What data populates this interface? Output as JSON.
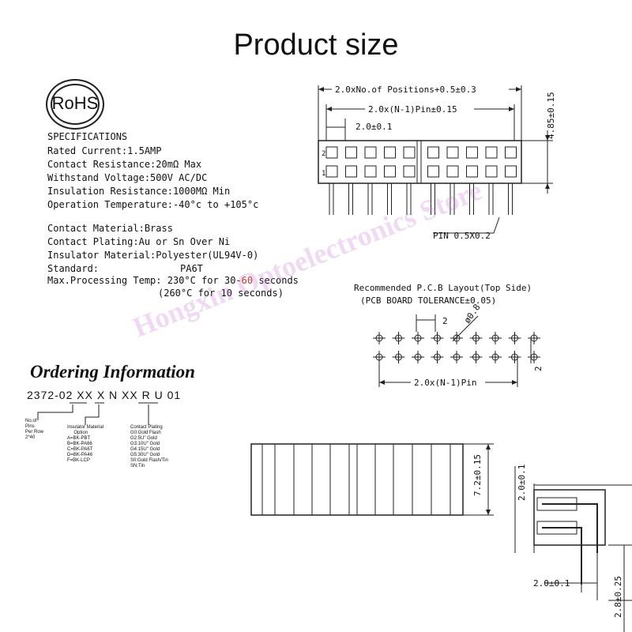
{
  "title": "Product size",
  "rohs": "RoHS",
  "specifications": {
    "heading": "SPECIFICATIONS",
    "electrical": [
      "Rated Current:1.5AMP",
      "Contact Resistance:20mΩ Max",
      "Withstand Voltage:500V AC/DC",
      "Insulation Resistance:1000MΩ Min",
      "Operation Temperature:-40°c to +105°c"
    ],
    "materials": [
      "Contact Material:Brass",
      "Contact Plating:Au or Sn Over Ni",
      "Insulator Material:Polyester(UL94V-0)",
      "Standard:"
    ],
    "standard_value": "PA6T",
    "processing_label": "Max.Processing Temp: 230°C for 30-",
    "processing_accent": "60",
    "processing_tail": " seconds",
    "processing_line2": "(260°C for 10 seconds)",
    "accent_color": "#c0392b"
  },
  "ordering": {
    "title": "Ordering Information",
    "code": "2372-02 XX  X  N  XX  R  U  01",
    "pins_note": "No.of\nPins\nPer Row\n2*40",
    "insulator_note": "Insulator Material\n     Option\nA=BK-PBT\nB=BK-PA66\nC=BK-PA6T\nD=BK-PA46\nF=BK-LCP",
    "plating_note": "Contact Plating\nG0:Gold Flash\nG2:5U\" Gold\nG3:10U\" Gold\nG4:15U\" Gold\nG5:30U\" Gold\nS0:Gold Flash/Tin\nSN:Tin"
  },
  "top_drawing": {
    "dim_total": "2.0xNo.of Positions+0.5±0.3",
    "dim_pins": "2.0x(N-1)Pin±0.15",
    "dim_pitch": "2.0±0.1",
    "dim_height": "4.85±0.15",
    "pin_label": "PIN 0.5X0.2",
    "pin_marks": [
      "2",
      "1"
    ]
  },
  "pcb_layout": {
    "title": "Recommended P.C.B Layout(Top Side)",
    "tolerance": "(PCB BOARD TOLERANCE±0.05)",
    "dim_pitch": "2",
    "dim_hole": "ø0.8",
    "dim_row": "2",
    "dim_span": "2.0x(N-1)Pin"
  },
  "side_drawing": {
    "dim_height": "7.2±0.15",
    "dim_top": "2.0±0.1",
    "dim_bottom": "2.0±0.1",
    "dim_tail": "2.8±0.25"
  },
  "watermark": "Hongxin Optoelectronics Store"
}
